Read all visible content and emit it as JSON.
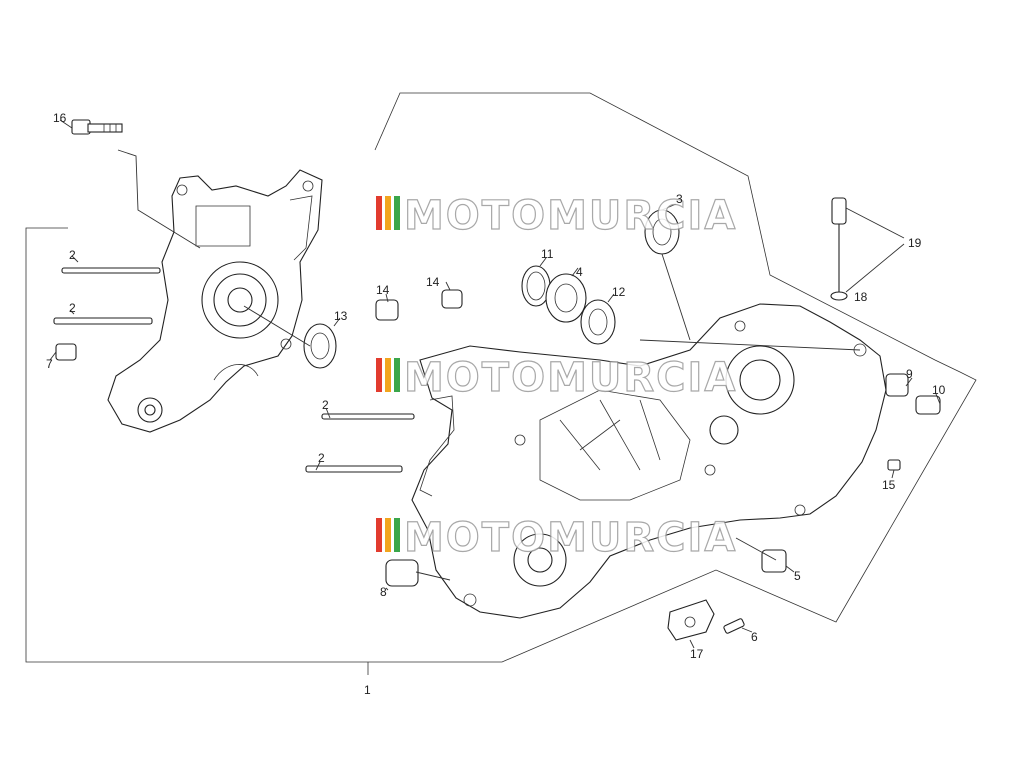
{
  "watermark": {
    "text": "MOTOMURCIA",
    "colors": [
      "#e23b2e",
      "#f2a51e",
      "#3aa64a",
      "#8a8a8a"
    ]
  },
  "callouts": [
    {
      "id": "1",
      "label": "1"
    },
    {
      "id": "2a",
      "label": "2"
    },
    {
      "id": "2b",
      "label": "2"
    },
    {
      "id": "2c",
      "label": "2"
    },
    {
      "id": "2d",
      "label": "2"
    },
    {
      "id": "3",
      "label": "3"
    },
    {
      "id": "4",
      "label": "4"
    },
    {
      "id": "5",
      "label": "5"
    },
    {
      "id": "6",
      "label": "6"
    },
    {
      "id": "7",
      "label": "7"
    },
    {
      "id": "8",
      "label": "8"
    },
    {
      "id": "9",
      "label": "9"
    },
    {
      "id": "10",
      "label": "10"
    },
    {
      "id": "11",
      "label": "11"
    },
    {
      "id": "12",
      "label": "12"
    },
    {
      "id": "13",
      "label": "13"
    },
    {
      "id": "14a",
      "label": "14"
    },
    {
      "id": "14b",
      "label": "14"
    },
    {
      "id": "15",
      "label": "15"
    },
    {
      "id": "16",
      "label": "16"
    },
    {
      "id": "17",
      "label": "17"
    },
    {
      "id": "18",
      "label": "18"
    },
    {
      "id": "19",
      "label": "19"
    }
  ]
}
